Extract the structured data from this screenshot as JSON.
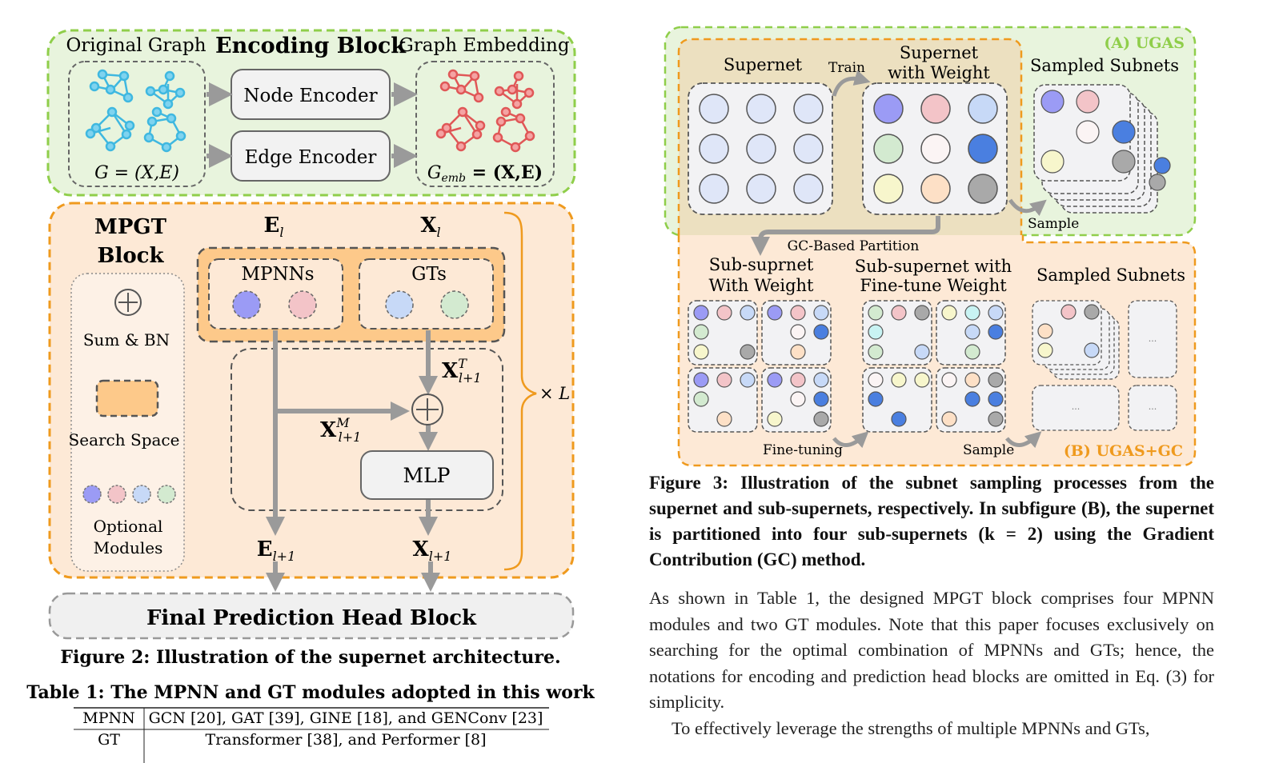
{
  "fig2": {
    "encoding": {
      "original_graph": "Original Graph",
      "block_title": "Encoding Block",
      "graph_embedding": "Graph Embedding",
      "node_encoder": "Node Encoder",
      "edge_encoder": "Edge Encoder",
      "g_eq": "G = (X,E)",
      "gemb_eq": "G",
      "gemb_sub": "emb",
      "gemb_rest": " = (X,E)"
    },
    "mpgt": {
      "title_line1": "MPGT",
      "title_line2": "Block",
      "E_l": "E",
      "X_l": "X",
      "sub_l": "l",
      "mpnns": "MPNNs",
      "gts": "GTs",
      "sum_bn": "Sum & BN",
      "search_space": "Search Space",
      "optional1": "Optional",
      "optional2": "Modules",
      "xt": "X",
      "xt_sup": "T",
      "xt_sub": "l+1",
      "xm": "X",
      "xm_sup": "M",
      "xm_sub": "l+1",
      "mlp": "MLP",
      "e_out": "E",
      "x_out": "X",
      "out_sub": "l+1",
      "times_L": "× L"
    },
    "head": "Final Prediction Head Block",
    "caption": "Figure 2: Illustration of the supernet architecture."
  },
  "table1": {
    "caption": "Table 1: The MPNN and GT modules adopted in this work",
    "rows": [
      {
        "name": "MPNN",
        "value": "GCN [20], GAT [39], GINE [18], and GENConv [23]"
      },
      {
        "name": "GT",
        "value": "Transformer [38], and Performer [8]"
      }
    ]
  },
  "fig3": {
    "ugas": "(A) UGAS",
    "ugas_gc": "(B) UGAS+GC",
    "supernet": "Supernet",
    "train": "Train",
    "supernet_weight1": "Supernet",
    "supernet_weight2": "with Weight",
    "sampled_subnets_a": "Sampled Subnets",
    "sample_a": "Sample",
    "gc_partition": "GC-Based Partition",
    "sub_w1": "Sub-suprnet",
    "sub_w2": "With Weight",
    "sub_ft1": "Sub-supernet with",
    "sub_ft2": "Fine-tune Weight",
    "sampled_subnets_b": "Sampled Subnets",
    "fine_tuning": "Fine-tuning",
    "sample_b": "Sample",
    "ellipsis": "...",
    "caption": "Figure 3: Illustration of the subnet sampling processes from the supernet and sub-supernets, respectively. In subfigure (B), the supernet is partitioned into four sub-supernets (k = 2) using the Gradient Contribution (GC) method."
  },
  "body": {
    "para1": "As shown in Table 1, the designed MPGT block comprises four MPNN modules and two GT modules. Note that this paper focuses exclusively on searching for the optimal combination of MPNNs and GTs; hence, the notations for encoding and prediction head blocks are omitted in Eq. (3) for simplicity.",
    "para2": "To effectively leverage the strengths of multiple MPNNs and GTs,"
  },
  "colors": {
    "green_bg": "#e8f4dd",
    "green_border": "#8fce4a",
    "orange_bg": "#fde9d6",
    "orange_border": "#ef9a1e",
    "search_fill": "#fdc98a",
    "purple": "#9b9bf5",
    "pink": "#f3c4c8",
    "blue_light": "#c7d9f7",
    "green_light": "#d3ead0",
    "blue_dark": "#4a7fe0",
    "gray_dark": "#a9a9a9",
    "yellow": "#f7f6cc",
    "peach": "#fde0c6",
    "cyan": "#c8f3f3",
    "pale_blue": "#dfe6f8"
  }
}
